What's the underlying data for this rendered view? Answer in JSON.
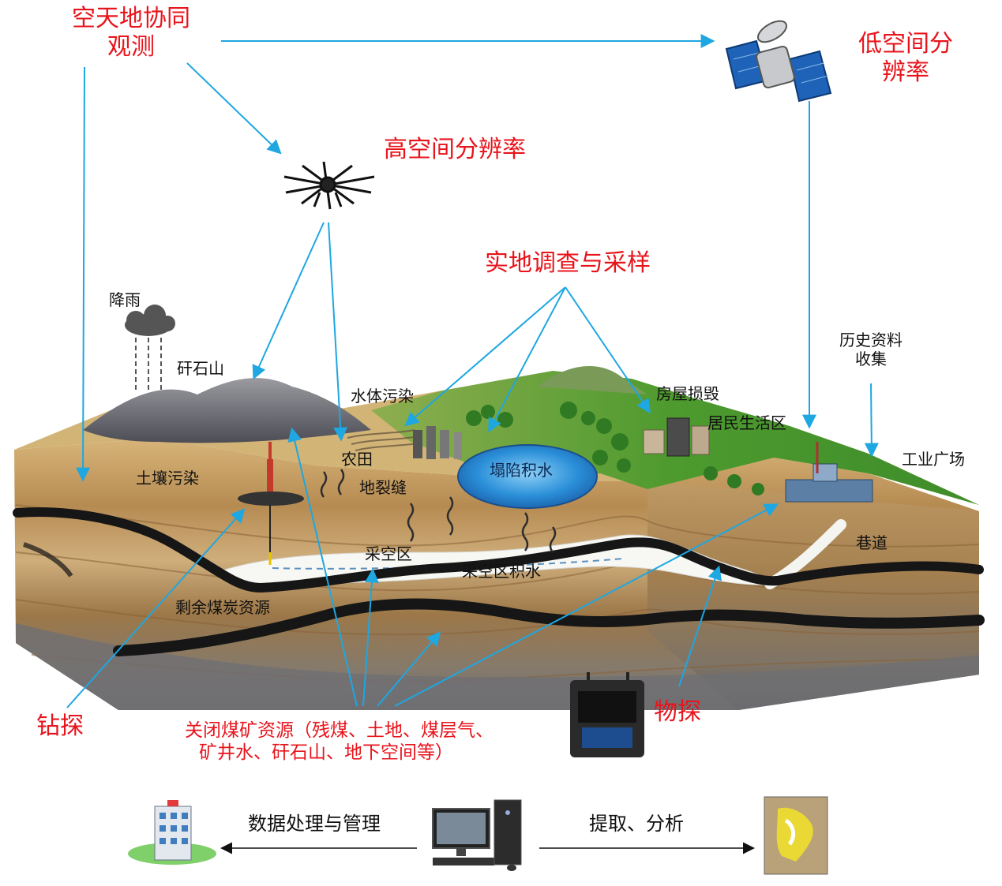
{
  "colors": {
    "arrow_blue": "#1ea7e1",
    "label_red": "#e8141c",
    "label_black": "#111111",
    "coal_seam": "#161616",
    "grass_green": "#4d9a2e",
    "soil_tan": "#c9a770",
    "water_blue": "#2a8fd8"
  },
  "headings": {
    "coop_obs_line1": "空天地协同",
    "coop_obs_line2": "观测",
    "low_res_line1": "低空间分",
    "low_res_line2": "辨率",
    "high_res": "高空间分辨率",
    "field_survey": "实地调查与采样",
    "drilling": "钻探",
    "geophysics": "物探",
    "resources_line1": "关闭煤矿资源（残煤、土地、煤层气、",
    "resources_line2": "矿井水、矸石山、地下空间等）"
  },
  "scene_labels": {
    "rain": "降雨",
    "gangue_hill": "矸石山",
    "water_pollution": "水体污染",
    "house_damage": "房屋损毁",
    "residential": "居民生活区",
    "history_line1": "历史资料",
    "history_line2": "收集",
    "industrial_square": "工业广场",
    "farmland": "农田",
    "soil_pollution": "土壤污染",
    "ground_fissure": "地裂缝",
    "subsidence_water": "塌陷积水",
    "roadway": "巷道",
    "goaf": "采空区",
    "goaf_water": "采空区积水",
    "remaining_coal": "剩余煤炭资源"
  },
  "flow": {
    "data_processing": "数据处理与管理",
    "extract_analyze": "提取、分析"
  },
  "icons": [
    "satellite-icon",
    "drone-icon",
    "rain-cloud-icon",
    "drill-rig-icon",
    "geophysics-instrument-icon",
    "building-icon",
    "computer-icon",
    "map-thumbnail-icon"
  ]
}
